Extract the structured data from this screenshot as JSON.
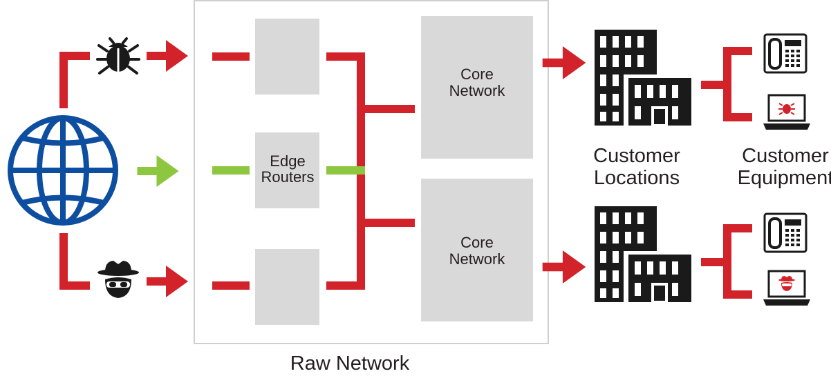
{
  "labels": {
    "edge_routers_line1": "Edge",
    "edge_routers_line2": "Routers",
    "core_network_line1": "Core",
    "core_network_line2": "Network",
    "customer_locations_line1": "Customer",
    "customer_locations_line2": "Locations",
    "customer_equipment_line1": "Customer",
    "customer_equipment_line2": "Equipment",
    "raw_network": "Raw Network"
  },
  "colors": {
    "malicious_path": "#d2232a",
    "clean_path": "#8dc63f",
    "globe": "#0e4ea1",
    "router_box": "#d9d9d9",
    "frame": "#cfcfcf",
    "building": "#1a1a1a",
    "text": "#231f20"
  },
  "icons": {
    "internet": "globe-icon",
    "threat_top": "bug-icon",
    "threat_bottom": "hacker-icon",
    "customer_site": "office-building-icon",
    "phone": "ip-phone-icon",
    "computer": "laptop-icon"
  }
}
